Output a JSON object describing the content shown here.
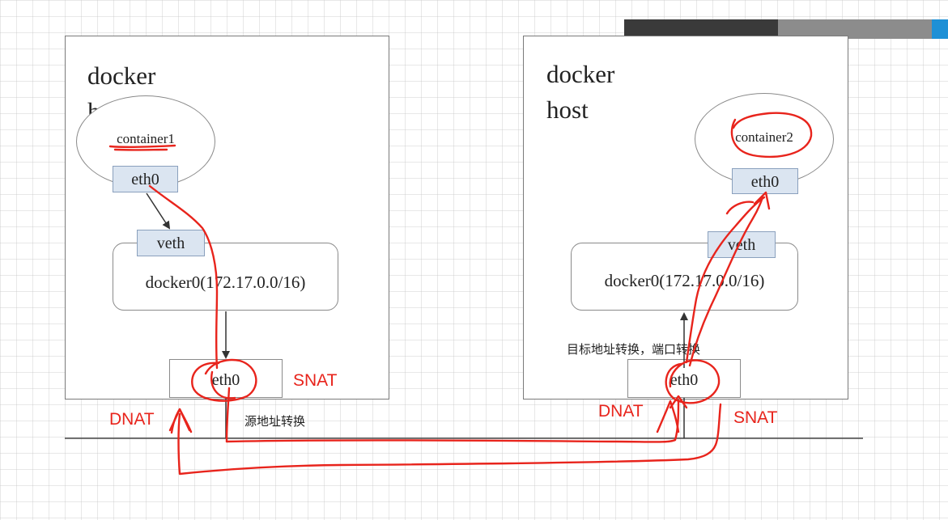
{
  "left_host": {
    "title_line1": "docker",
    "title_line2": "host",
    "container": "container1",
    "eth_inner": "eth0",
    "veth": "veth",
    "bridge": "docker0(172.17.0.0/16)",
    "eth_outer": "eth0",
    "snat": "SNAT",
    "dnat": "DNAT",
    "note": "源地址转换"
  },
  "right_host": {
    "title_line1": "docker",
    "title_line2": "host",
    "container": "container2",
    "eth_inner": "eth0",
    "veth": "veth",
    "bridge": "docker0(172.17.0.0/16)",
    "eth_outer": "eth0",
    "note": "目标地址转换，端口转换",
    "dnat": "DNAT",
    "snat": "SNAT"
  },
  "colors": {
    "annotation_red": "#e8241c",
    "nic_fill": "#dbe5f1",
    "header_dark": "#3a3a3a",
    "header_mid": "#8c8c8c",
    "header_accent": "#1e90d6"
  }
}
